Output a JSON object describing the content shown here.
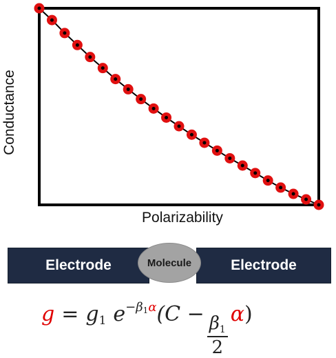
{
  "chart_data": {
    "type": "scatter",
    "title": "",
    "xlabel": "Polarizability",
    "ylabel": "Conductance",
    "x": [
      0,
      1,
      2,
      3,
      4,
      5,
      6,
      7,
      8,
      9,
      10,
      11,
      12,
      13,
      14,
      15,
      16,
      17,
      18,
      19,
      20,
      21,
      22
    ],
    "y": [
      100,
      94.0,
      87.4,
      81.3,
      75.2,
      69.6,
      64.0,
      58.8,
      53.8,
      49.0,
      44.4,
      40.0,
      35.7,
      31.6,
      27.6,
      23.7,
      20.0,
      16.2,
      12.4,
      8.8,
      5.6,
      2.8,
      0
    ],
    "xlim": [
      0,
      22
    ],
    "ylim": [
      0,
      100
    ],
    "ticks": "none",
    "grid": false,
    "series_style": {
      "marker_color": "#e01010",
      "line_color": "#000000"
    }
  },
  "diagram": {
    "electrode_left": "Electrode",
    "molecule": "Molecule",
    "electrode_right": "Electrode",
    "electrode_color": "#1f2b43",
    "molecule_color": "#a3a3a3"
  },
  "equation": {
    "lhs": "g",
    "equals": "=",
    "g1_base": "g",
    "g1_sub": "1",
    "exp_base": "e",
    "exp_sign": "−β",
    "exp_sub": "1",
    "exp_alpha": "α",
    "open_paren": "(C −",
    "frac_num": "β",
    "frac_num_sub": "1",
    "frac_den": "2",
    "alpha": "α",
    "close_paren": ")",
    "highlight_color": "#e00000"
  }
}
